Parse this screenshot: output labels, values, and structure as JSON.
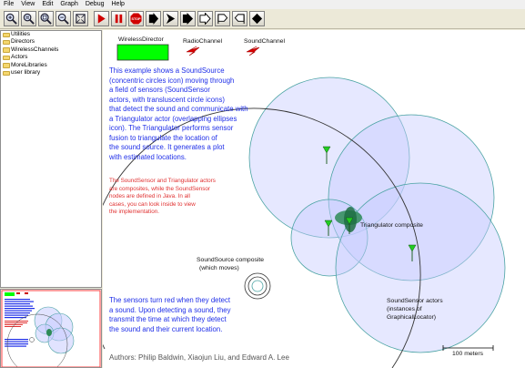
{
  "menu": [
    "File",
    "View",
    "Edit",
    "Graph",
    "Debug",
    "Help"
  ],
  "toolbar": {
    "buttons": [
      {
        "name": "zoom-in-icon"
      },
      {
        "name": "zoom-reset-icon"
      },
      {
        "name": "zoom-fit-icon"
      },
      {
        "name": "zoom-out-icon"
      },
      {
        "name": "fullscreen-icon"
      },
      {
        "name": "run-icon"
      },
      {
        "name": "pause-icon"
      },
      {
        "name": "stop-icon",
        "label": "STOP"
      },
      {
        "name": "port-right-icon"
      },
      {
        "name": "output-port-icon"
      },
      {
        "name": "multiport-icon"
      },
      {
        "name": "input-port-icon"
      },
      {
        "name": "flag-right-icon"
      },
      {
        "name": "flag-left-icon"
      },
      {
        "name": "relation-diamond-icon"
      }
    ]
  },
  "library": [
    "Utilities",
    "Directors",
    "WirelessChannels",
    "Actors",
    "MoreLibraries",
    "user library"
  ],
  "canvas": {
    "director_label": "WirelessDirector",
    "radio_channel": "RadioChannel",
    "sound_channel": "SoundChannel",
    "description": [
      "This example shows a SoundSource",
      "(concentric circles icon) moving through",
      "a field of sensors (SoundSensor",
      "actors, with transluscent circle icons)",
      "that detect the sound and communicate with",
      "a Triangulator actor (overlapping ellipses",
      "icon). The Triangulator performs sensor",
      "fusion to triangulate the location of",
      "the sound source. It generates a plot",
      "with estimated locations."
    ],
    "note": [
      "The SoundSensor and Triangulator actors",
      "are composites, while the SoundSensor",
      "nodes are defined in Java.  In all",
      "cases, you can look inside to view",
      "the implementation."
    ],
    "triangulator_label": "Triangulator composite",
    "source_label": [
      "SoundSource composite",
      "(which moves)"
    ],
    "sensor_label": [
      "SoundSensor actors",
      "(instances of",
      "GraphicalLocator)"
    ],
    "sensor_text": [
      "The sensors turn red when they detect",
      "a sound.  Upon detecting a sound, they",
      "transmit the time at which they detect",
      "the sound and their current location."
    ],
    "scale_label": "100 meters",
    "authors": "Authors: Philip Baldwin, Xiaojun Liu, and Edward A. Lee",
    "colors": {
      "description": "#1f2fe8",
      "note": "#e03030",
      "director": "#00ff00",
      "sensor_fill": "#c8ccff",
      "sensor_stroke": "#4aa3a3",
      "triangulator": "#2e8b57",
      "flag": "#22cc22"
    }
  }
}
